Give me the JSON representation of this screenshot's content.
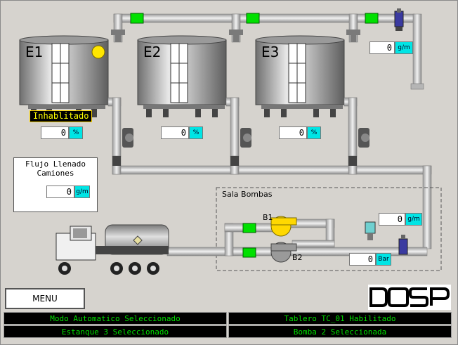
{
  "tanks": [
    {
      "label": "E1",
      "level_value": "0",
      "level_unit": "%"
    },
    {
      "label": "E2",
      "level_value": "0",
      "level_unit": "%"
    },
    {
      "label": "E3",
      "level_value": "0",
      "level_unit": "%"
    }
  ],
  "tank1_status": "Inhablitado",
  "top_flow": {
    "value": "0",
    "unit": "g/m"
  },
  "truck_panel": {
    "title": "Flujo Llenado\nCamiones",
    "value": "0",
    "unit": "g/m"
  },
  "pump_room": {
    "label": "Sala Bombas",
    "pump1": "B1",
    "pump2": "B2",
    "flow": {
      "value": "0",
      "unit": "g/m"
    },
    "pressure": {
      "value": "0",
      "unit": "Bar"
    }
  },
  "menu_label": "MENU",
  "logo_text": "DOSP",
  "status": {
    "mode": "Modo Automatico Seleccionado",
    "board": "Tablero TC_01 Habilitado",
    "tank": "Estanque 3 Seleccionado",
    "pump": "Bomba 2 Seleccionada"
  },
  "colors": {
    "background": "#d6d3ce",
    "valve_open": "#00e000",
    "status_text": "#00e000",
    "unit_bg": "#00e5e5",
    "pump1": "#ffd800",
    "indicator": "#ffe600"
  }
}
